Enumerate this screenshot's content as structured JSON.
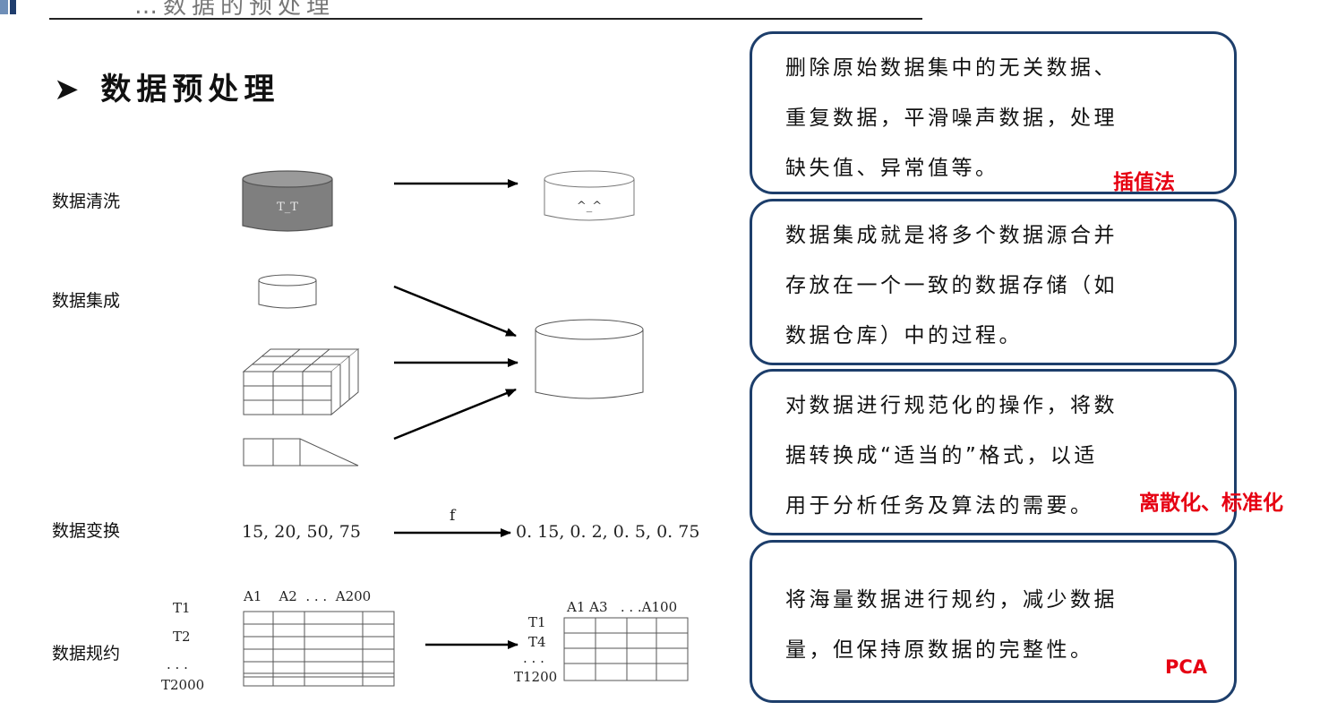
{
  "page": {
    "partial_title": "…数据的预处理",
    "section_title": "➤ 数据预处理"
  },
  "rows": {
    "cleaning": {
      "label": "数据清洗",
      "before": "T_T",
      "after": "^_^"
    },
    "integration": {
      "label": "数据集成"
    },
    "transformation": {
      "label": "数据变换",
      "input": "15, 20, 50, 75",
      "func": "f",
      "output": "0. 15, 0. 2, 0. 5, 0. 75"
    },
    "reduction": {
      "label": "数据规约",
      "left": {
        "columns": "A1    A2  . . .  A200",
        "rows": [
          "T1",
          "T2",
          ". . .",
          "T2000"
        ]
      },
      "right": {
        "columns": "A1 A3   . . .A100",
        "rows": [
          "T1",
          "T4",
          ". . .",
          "T1200"
        ]
      }
    }
  },
  "descriptions": [
    {
      "lines": [
        "删除原始数据集中的无关数据、",
        "重复数据，平滑噪声数据，处理",
        "缺失值、异常值等。"
      ],
      "note": "插值法"
    },
    {
      "lines": [
        "数据集成就是将多个数据源合并",
        "存放在一个一致的数据存储（如",
        "数据仓库）中的过程。"
      ],
      "note": ""
    },
    {
      "lines": [
        "对数据进行规范化的操作，将数",
        "据转换成“适当的”格式，以适",
        "用于分析任务及算法的需要。"
      ],
      "note": "离散化、标准化"
    },
    {
      "lines": [
        "将海量数据进行规约，减少数据",
        "量，但保持原数据的完整性。"
      ],
      "note": "PCA"
    }
  ],
  "colors": {
    "box_border": "#1d3e6b",
    "note": "#e60012",
    "gray_cylinder": "#7f7f7f"
  }
}
